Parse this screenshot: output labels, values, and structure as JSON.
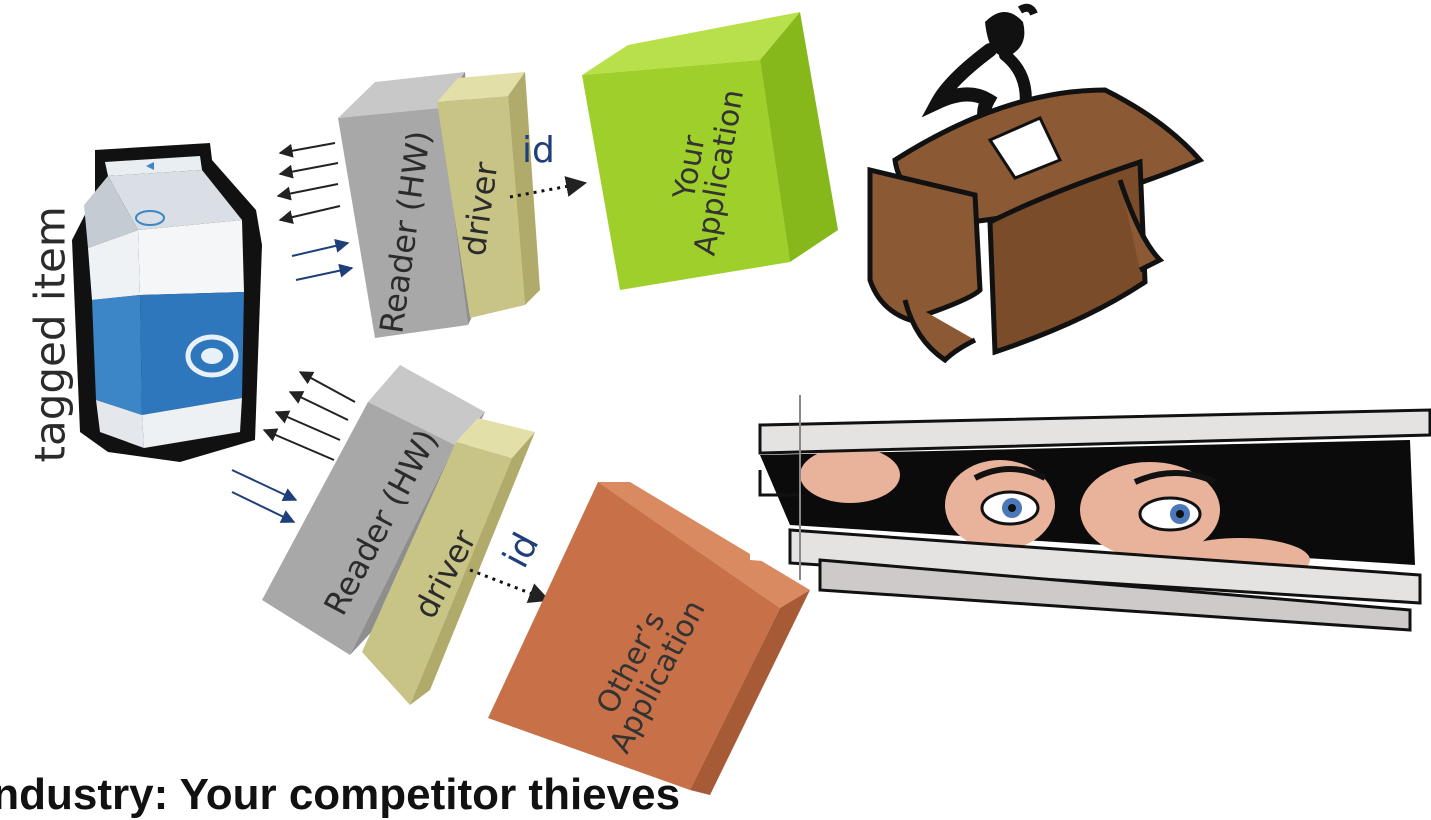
{
  "labels": {
    "tagged_item": "tagged item",
    "top": {
      "reader": "Reader (HW)",
      "driver": "driver",
      "id": "id",
      "app_line1": "Your",
      "app_line2": "Application"
    },
    "bottom": {
      "reader": "Reader (HW)",
      "driver": "driver",
      "id": "id",
      "app_line1": "Other’s",
      "app_line2": "Application"
    }
  },
  "caption": "Industry: Your competitor thieves",
  "colors": {
    "reader_gray": "#a8a8a8",
    "driver_khaki": "#c8c486",
    "your_app_green": "#9fcf2a",
    "others_app_orange": "#c87048",
    "arrow_navy": "#1f3f7a",
    "desk_brown": "#8b5a34",
    "carton_blue": "#3c86c8"
  }
}
